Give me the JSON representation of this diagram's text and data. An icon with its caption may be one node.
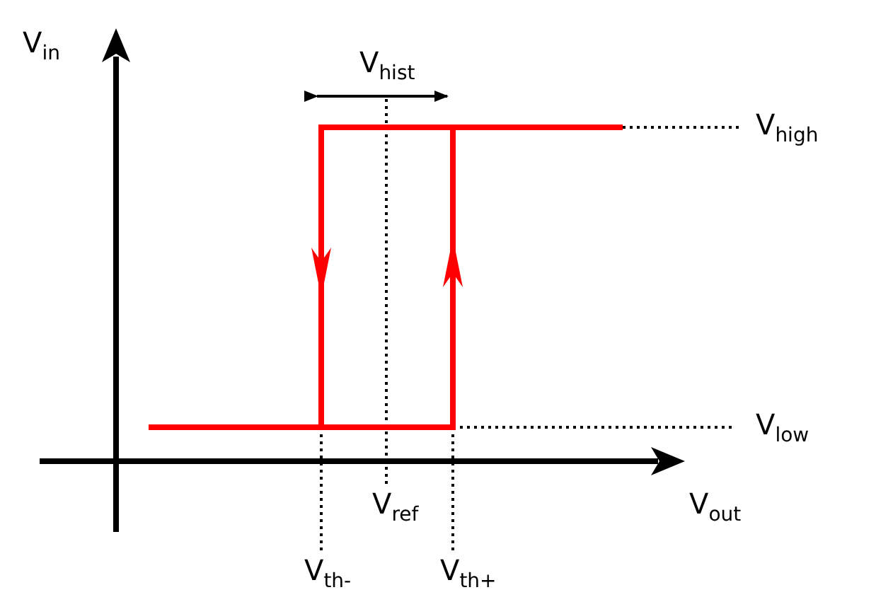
{
  "diagram": {
    "labels": [
      "V$_{in}$",
      "V$_{hist}$",
      "V$_{high}$",
      "V$_{low}$",
      "V$_{out}$",
      "V$_{ref}$",
      "V$_{th-}$",
      "V$_{th+}$"
    ]
  }
}
